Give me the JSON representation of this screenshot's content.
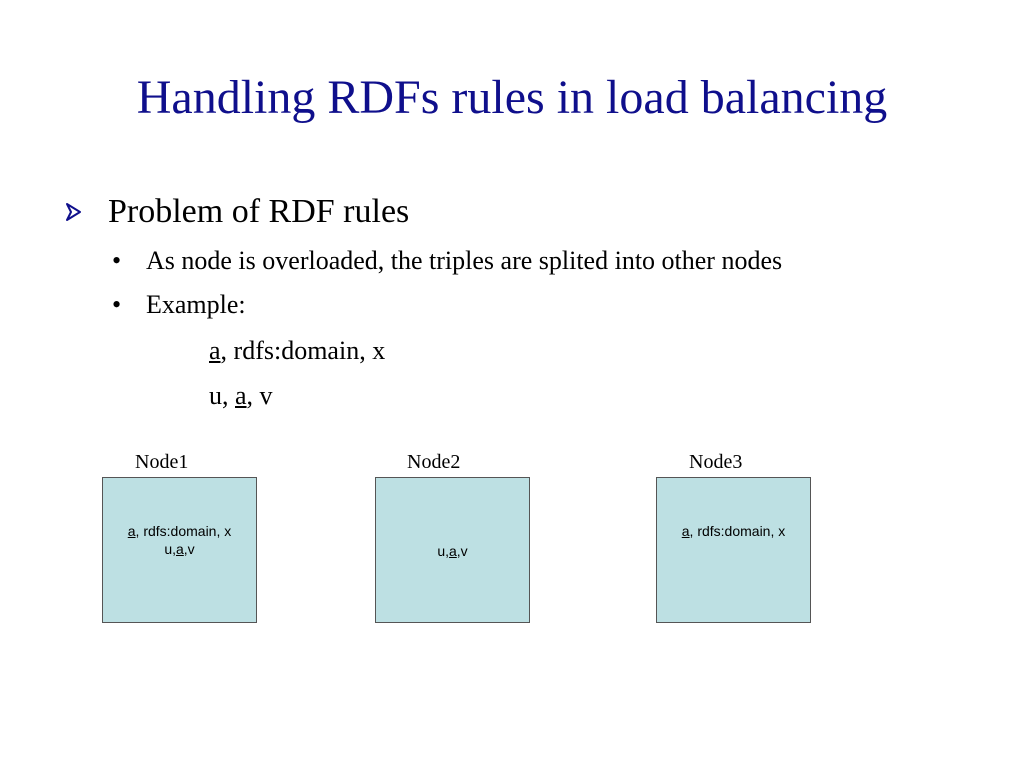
{
  "title": "Handling RDFs rules in load balancing",
  "bullets": {
    "level1": "Problem of RDF rules",
    "level2": [
      "As node is overloaded, the triples are splited into other nodes",
      "Example:"
    ],
    "example_line1": {
      "underlined": "a",
      "rest": ", rdfs:domain, x"
    },
    "example_line2": {
      "before": "u, ",
      "underlined": "a",
      "after": ", v"
    },
    "bullet_dot": "•"
  },
  "nodes": [
    {
      "label": "Node1",
      "line1": {
        "underlined": "a",
        "rest": ", rdfs:domain, x"
      },
      "line2": {
        "before": "u,",
        "underlined": "a",
        "after": ",v"
      }
    },
    {
      "label": "Node2",
      "line1": {
        "before": "u,",
        "underlined": "a",
        "after": ",v"
      }
    },
    {
      "label": "Node3",
      "line1": {
        "underlined": "a",
        "rest": ", rdfs:domain, x"
      }
    }
  ],
  "colors": {
    "title": "#0f0f8c",
    "node_fill": "#bde0e3",
    "node_border": "#555555",
    "arrow": "#0f0f8c"
  },
  "icons": {
    "level1_bullet": "arrowhead-bullet-icon"
  }
}
